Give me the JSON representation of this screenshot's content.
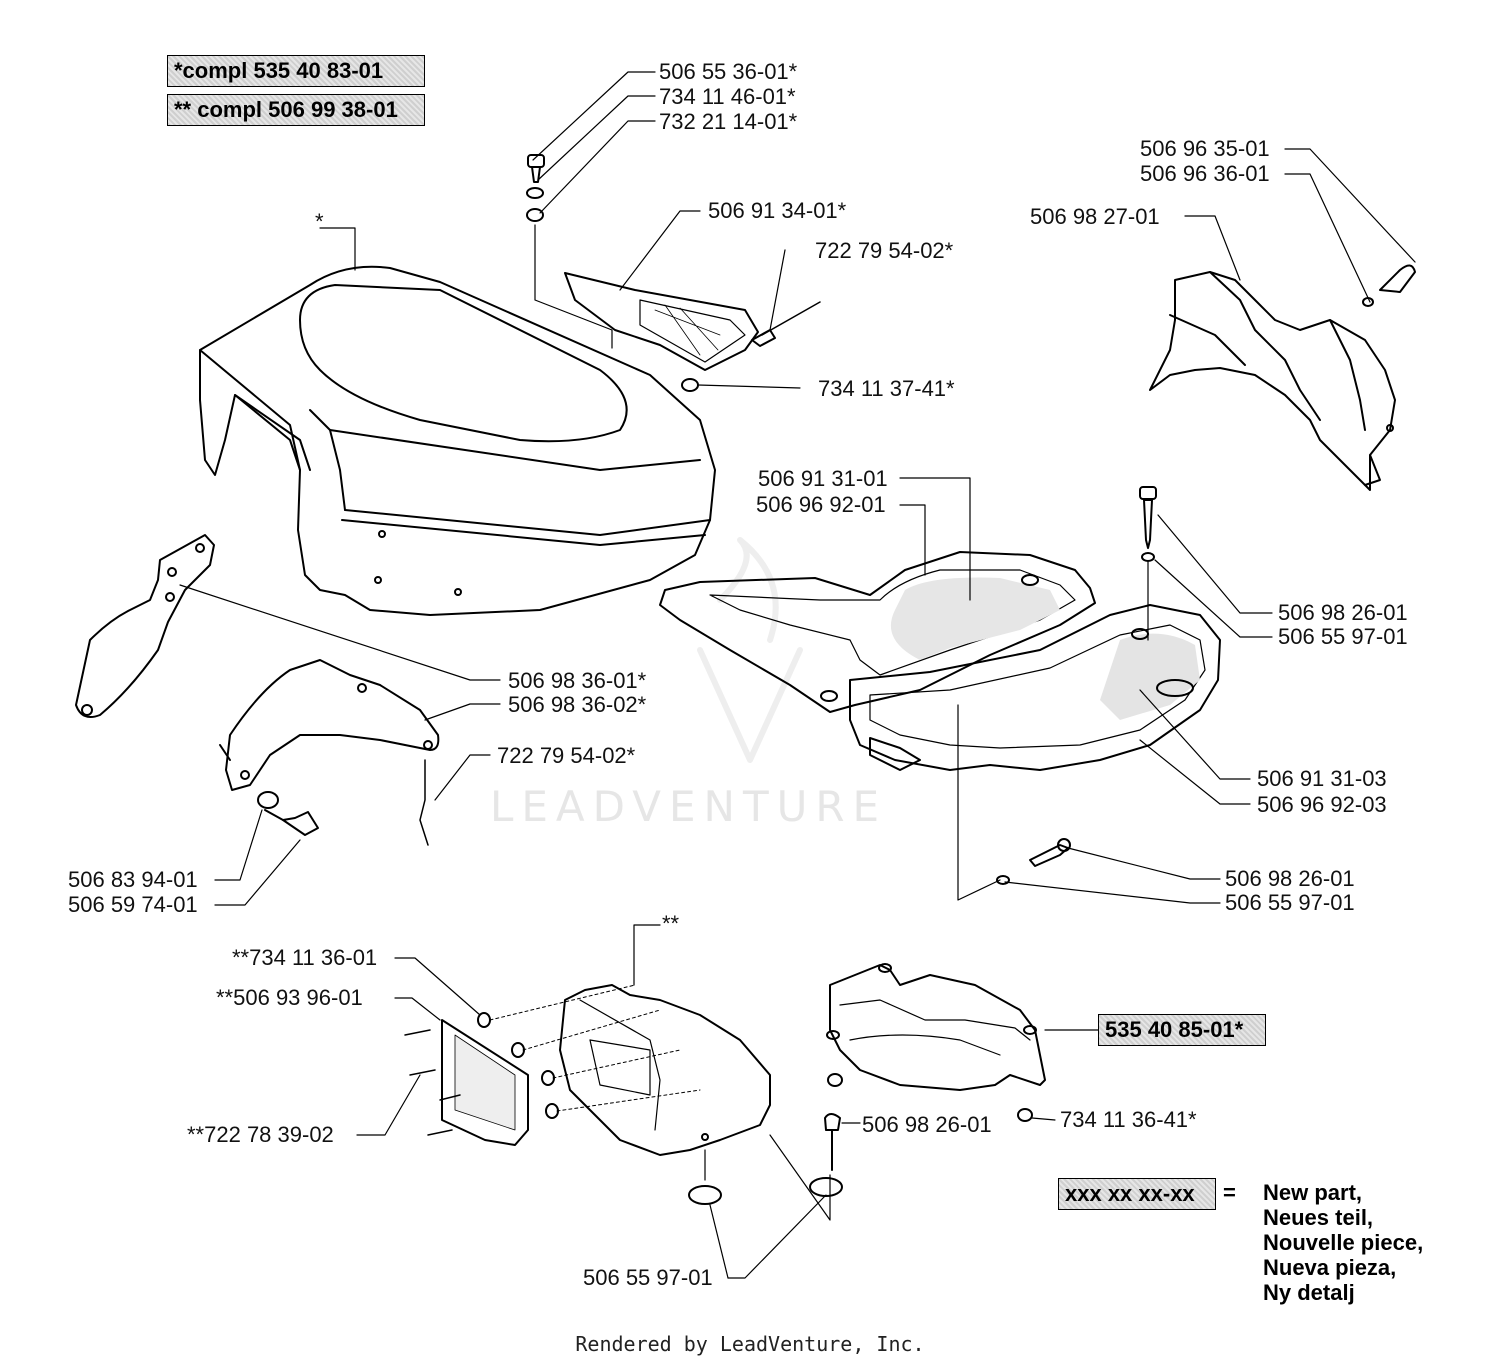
{
  "header_boxes": {
    "compl_1": "*compl 535 40 83-01",
    "compl_2": "** compl 506 99 38-01"
  },
  "kit_box": "535 40 85-01*",
  "markers": {
    "star": "*",
    "double_star": "**"
  },
  "labels": {
    "p1": "506 55 36-01*",
    "p2": "734 11 46-01*",
    "p3": "732 21 14-01*",
    "p4": "506 91 34-01*",
    "p5": "722 79 54-02*",
    "p6": "734 11 37-41*",
    "p7": "506 96 35-01",
    "p8": "506 96 36-01",
    "p9": "506 98 27-01",
    "p10": "506 91 31-01",
    "p11": "506 96 92-01",
    "p12": "506 98 26-01",
    "p13": "506 55 97-01",
    "p14": "506 98 36-01*",
    "p15": "506 98 36-02*",
    "p16": "722 79 54-02*",
    "p17": "506 91 31-03",
    "p18": "506 96 92-03",
    "p19": "506 83 94-01",
    "p20": "506 59 74-01",
    "p21": "506 98 26-01",
    "p22": "506 55 97-01",
    "p23": "**734 11 36-01",
    "p24": "**506 93 96-01",
    "p25": "**722 78 39-02",
    "p26": "506 98 26-01",
    "p27": "734 11 36-41*",
    "p28": "506 55 97-01"
  },
  "legend": {
    "code": "xxx xx xx-xx",
    "equals": "=",
    "lines": [
      "New part,",
      "Neues teil,",
      "Nouvelle piece,",
      "Nueva pieza,",
      "Ny detalj"
    ]
  },
  "watermark": "LEADVENTURE",
  "footer": "Rendered by LeadVenture, Inc."
}
